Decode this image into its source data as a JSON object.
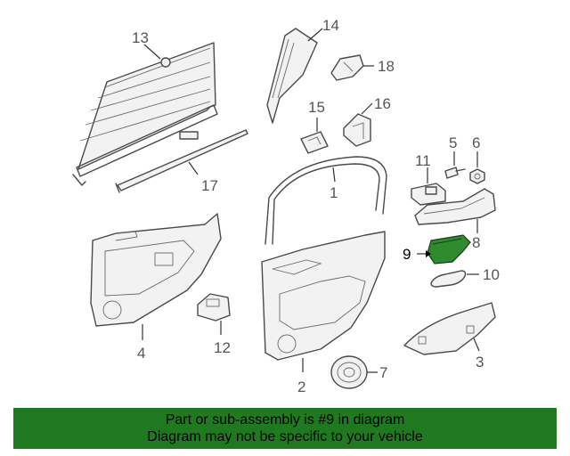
{
  "callouts": {
    "c1": "1",
    "c2": "2",
    "c3": "3",
    "c4": "4",
    "c5": "5",
    "c6": "6",
    "c7": "7",
    "c8": "8",
    "c9": "9",
    "c10": "10",
    "c11": "11",
    "c12": "12",
    "c13": "13",
    "c14": "14",
    "c15": "15",
    "c16": "16",
    "c17": "17",
    "c18": "18"
  },
  "highlight": {
    "part_number": "9",
    "color": "#2e8b2e"
  },
  "banner": {
    "line1": "Part or sub-assembly is #9 in diagram",
    "line2": "Diagram may not be specific to your vehicle",
    "background": "#1f7a1f"
  }
}
